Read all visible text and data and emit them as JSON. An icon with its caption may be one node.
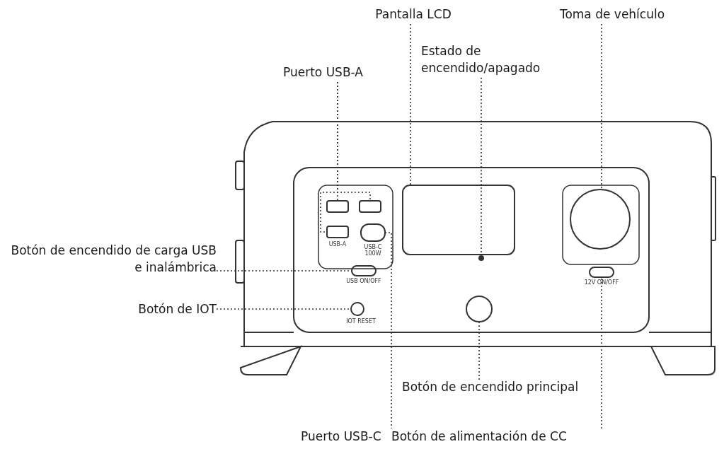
{
  "diagram": {
    "nodes": [
      {
        "text": [
          "Pantalla LCD"
        ]
      },
      {
        "text": [
          "Toma de vehículo"
        ]
      },
      {
        "text": [
          "Estado de encendido/apagado"
        ]
      },
      {
        "text": [
          "Puerto USB-A"
        ]
      },
      {
        "text": [
          "Botón de encendido de carga USB e inalámbrica"
        ]
      },
      {
        "text": [
          "Botón de IOT"
        ]
      },
      {
        "text": [
          "Botón de encendido principal"
        ]
      },
      {
        "text": [
          "Puerto USB-C"
        ]
      },
      {
        "text": [
          "Botón de alimentación de CC"
        ]
      },
      {
        "text": [],
        "shape": "box"
      },
      {
        "text": [],
        "shape": "circle"
      },
      {
        "text": [],
        "shape": "circle"
      },
      {
        "text": [],
        "shape": "box"
      },
      {
        "text": [],
        "shape": "box"
      },
      {
        "text": [],
        "shape": "box",
        "beside": [
          "USB-A"
        ]
      },
      {
        "text": [],
        "shape": "box",
        "beside": [
          "USB-C 100W"
        ]
      },
      {
        "text": [],
        "shape": "box",
        "beside": [
          "USB ON/OFF"
        ]
      },
      {
        "text": [],
        "shape": "circle",
        "beside": [
          "IOT RESET"
        ]
      },
      {
        "text": [],
        "shape": "circle"
      },
      {
        "text": [],
        "shape": "box",
        "beside": [
          "12V ON/OFF"
        ]
      }
    ],
    "edges": [
      {
        "from": 0,
        "to": 9,
        "arrow": "none",
        "style": "dashed"
      },
      {
        "from": 1,
        "to": 10,
        "arrow": "none",
        "style": "dashed"
      },
      {
        "from": 2,
        "to": 11,
        "arrow": "none",
        "style": "dashed"
      },
      {
        "from": 3,
        "to": 12,
        "arrow": "none",
        "style": "dashed"
      },
      {
        "from": 3,
        "to": 13,
        "arrow": "none",
        "style": "dashed"
      },
      {
        "from": 3,
        "to": 14,
        "arrow": "none",
        "style": "dashed"
      },
      {
        "from": 4,
        "to": 16,
        "arrow": "none",
        "style": "dashed"
      },
      {
        "from": 5,
        "to": 17,
        "arrow": "none",
        "style": "dashed"
      },
      {
        "from": 6,
        "to": 18,
        "arrow": "none",
        "style": "dashed"
      },
      {
        "from": 7,
        "to": 15,
        "arrow": "none",
        "style": "dashed"
      },
      {
        "from": 8,
        "to": 19,
        "arrow": "none",
        "style": "dashed"
      }
    ]
  }
}
